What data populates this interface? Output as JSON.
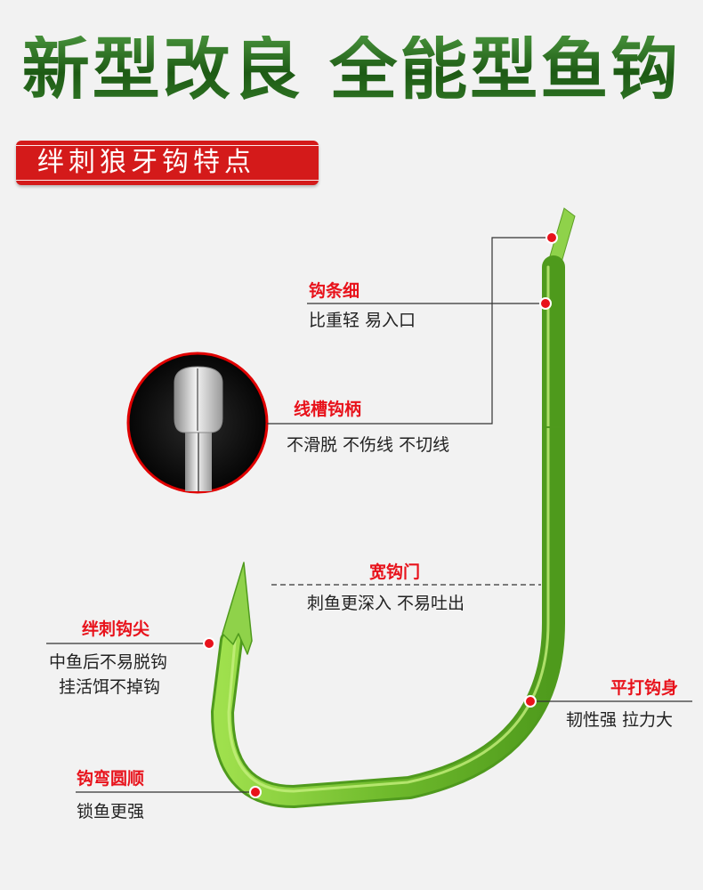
{
  "headline": "新型改良 全能型鱼钩",
  "badge": "绊刺狼牙钩特点",
  "colors": {
    "headline_green": "#2f6d1b",
    "badge_red": "#d41a1a",
    "label_red": "#e8121b",
    "hook_green": "#7fca3a",
    "dot_red": "#e8121b"
  },
  "features": {
    "thin_wire": {
      "label": "钩条细",
      "desc": "比重轻 易入口"
    },
    "slotted_shank": {
      "label": "线槽钩柄",
      "desc": "不滑脱 不伤线 不切线"
    },
    "wide_gap": {
      "label": "宽钩门",
      "desc": "刺鱼更深入 不易吐出"
    },
    "barbed_point": {
      "label": "绊刺钩尖",
      "desc_1": "中鱼后不易脱钩",
      "desc_2": "挂活饵不掉钩"
    },
    "flat_body": {
      "label": "平打钩身",
      "desc": "韧性强 拉力大"
    },
    "round_bend": {
      "label": "钩弯圆顺",
      "desc": "锁鱼更强"
    }
  }
}
